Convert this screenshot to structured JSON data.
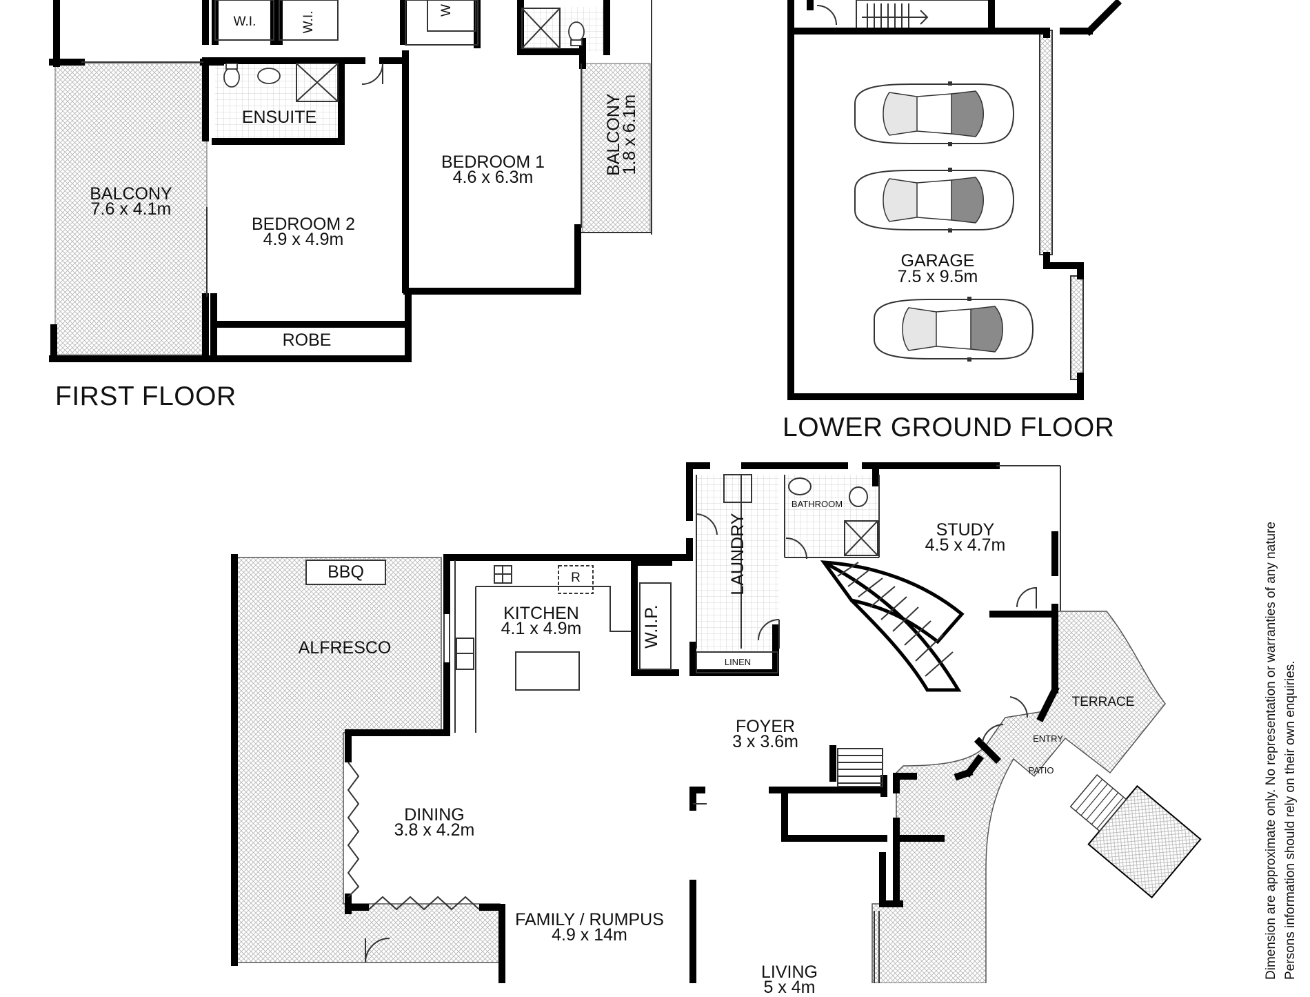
{
  "floors": {
    "first": "FIRST FLOOR",
    "lower_ground": "LOWER GROUND FLOOR"
  },
  "rooms": {
    "wir_1": "W.I.",
    "wir_2": "W.I.",
    "wir_3": "W",
    "ensuite": "ENSUITE",
    "balcony_big": {
      "name": "BALCONY",
      "size": "7.6 x 4.1m"
    },
    "bedroom2": {
      "name": "BEDROOM 2",
      "size": "4.9 x 4.9m"
    },
    "bedroom1": {
      "name": "BEDROOM 1",
      "size": "4.6 x 6.3m"
    },
    "balcony_small": {
      "name": "BALCONY",
      "size": "1.8 x 6.1m"
    },
    "robe": "ROBE",
    "garage": {
      "name": "GARAGE",
      "size": "7.5 x 9.5m"
    },
    "bbq": "BBQ",
    "alfresco": "ALFRESCO",
    "fridge": "R",
    "kitchen": {
      "name": "KITCHEN",
      "size": "4.1 x 4.9m"
    },
    "wip": "W.I.P.",
    "laundry": "LAUNDRY",
    "linen": "LINEN",
    "bathroom": "BATHROOM",
    "study": {
      "name": "STUDY",
      "size": "4.5 x 4.7m"
    },
    "foyer": {
      "name": "FOYER",
      "size": "3 x 3.6m"
    },
    "terrace": "TERRACE",
    "entry": "ENTRY",
    "patio": "PATIO",
    "dining": {
      "name": "DINING",
      "size": "3.8 x 4.2m"
    },
    "family": {
      "name": "FAMILY / RUMPUS",
      "size": "4.9 x 14m"
    },
    "living": {
      "name": "LIVING",
      "size": "5 x 4m"
    }
  },
  "disclaimer": [
    "Dimension are approximate only. No representation or warranties of any nature",
    "Persons information should rely on their own enquiries."
  ]
}
